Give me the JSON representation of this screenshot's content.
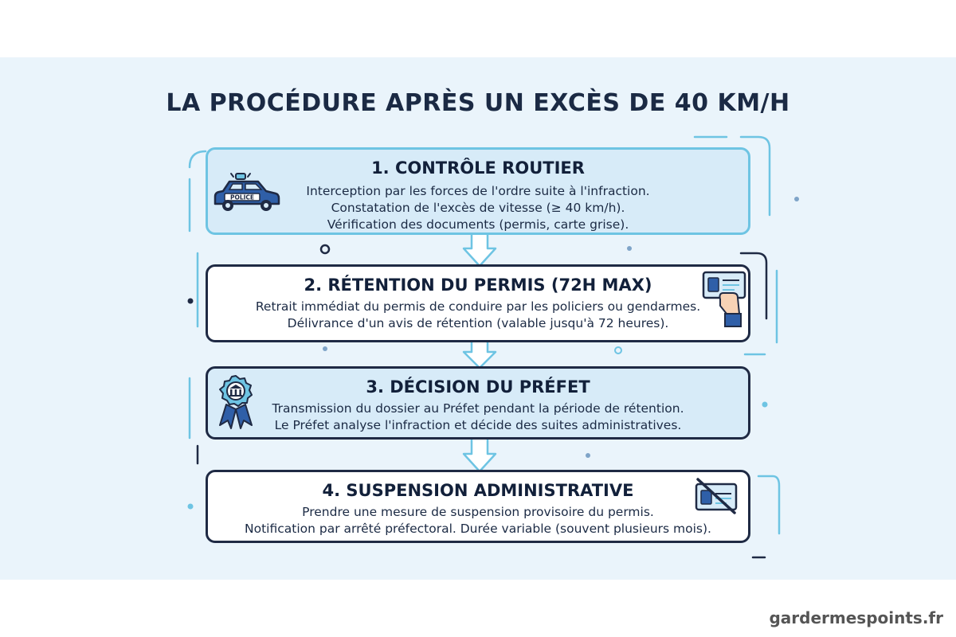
{
  "title": "LA PROCÉDURE APRÈS UN EXCÈS DE 40 KM/H",
  "steps": [
    {
      "heading": "1. CONTRÔLE ROUTIER",
      "lines": [
        "Interception par les forces de l'ordre suite à l'infraction.",
        "Constatation de l'excès de vitesse (≥ 40 km/h).",
        "Vérification des documents (permis, carte grise)."
      ],
      "icon": "police-car-icon",
      "icon_text": "POLICE"
    },
    {
      "heading": "2. RÉTENTION DU PERMIS (72H MAX)",
      "lines": [
        "Retrait immédiat du permis de conduire par les policiers ou gendarmes.",
        "Délivrance d'un avis de rétention (valable jusqu'à 72 heures)."
      ],
      "icon": "hand-holding-license-icon"
    },
    {
      "heading": "3. DÉCISION DU PRÉFET",
      "lines": [
        "Transmission du dossier au Préfet pendant la période de rétention.",
        "Le Préfet analyse l'infraction et décide des suites administratives."
      ],
      "icon": "prefecture-seal-icon"
    },
    {
      "heading": "4. SUSPENSION ADMINISTRATIVE",
      "lines": [
        "Prendre une mesure de suspension provisoire du permis.",
        "Notification par arrêté préfectoral. Durée variable (souvent plusieurs mois)."
      ],
      "icon": "suspended-license-icon"
    }
  ],
  "watermark": "gardermespoints.fr",
  "colors": {
    "background": "#eaf4fb",
    "accent": "#6ec4e3",
    "dark": "#1f2a44",
    "box_fill": "#d7ebf8"
  }
}
